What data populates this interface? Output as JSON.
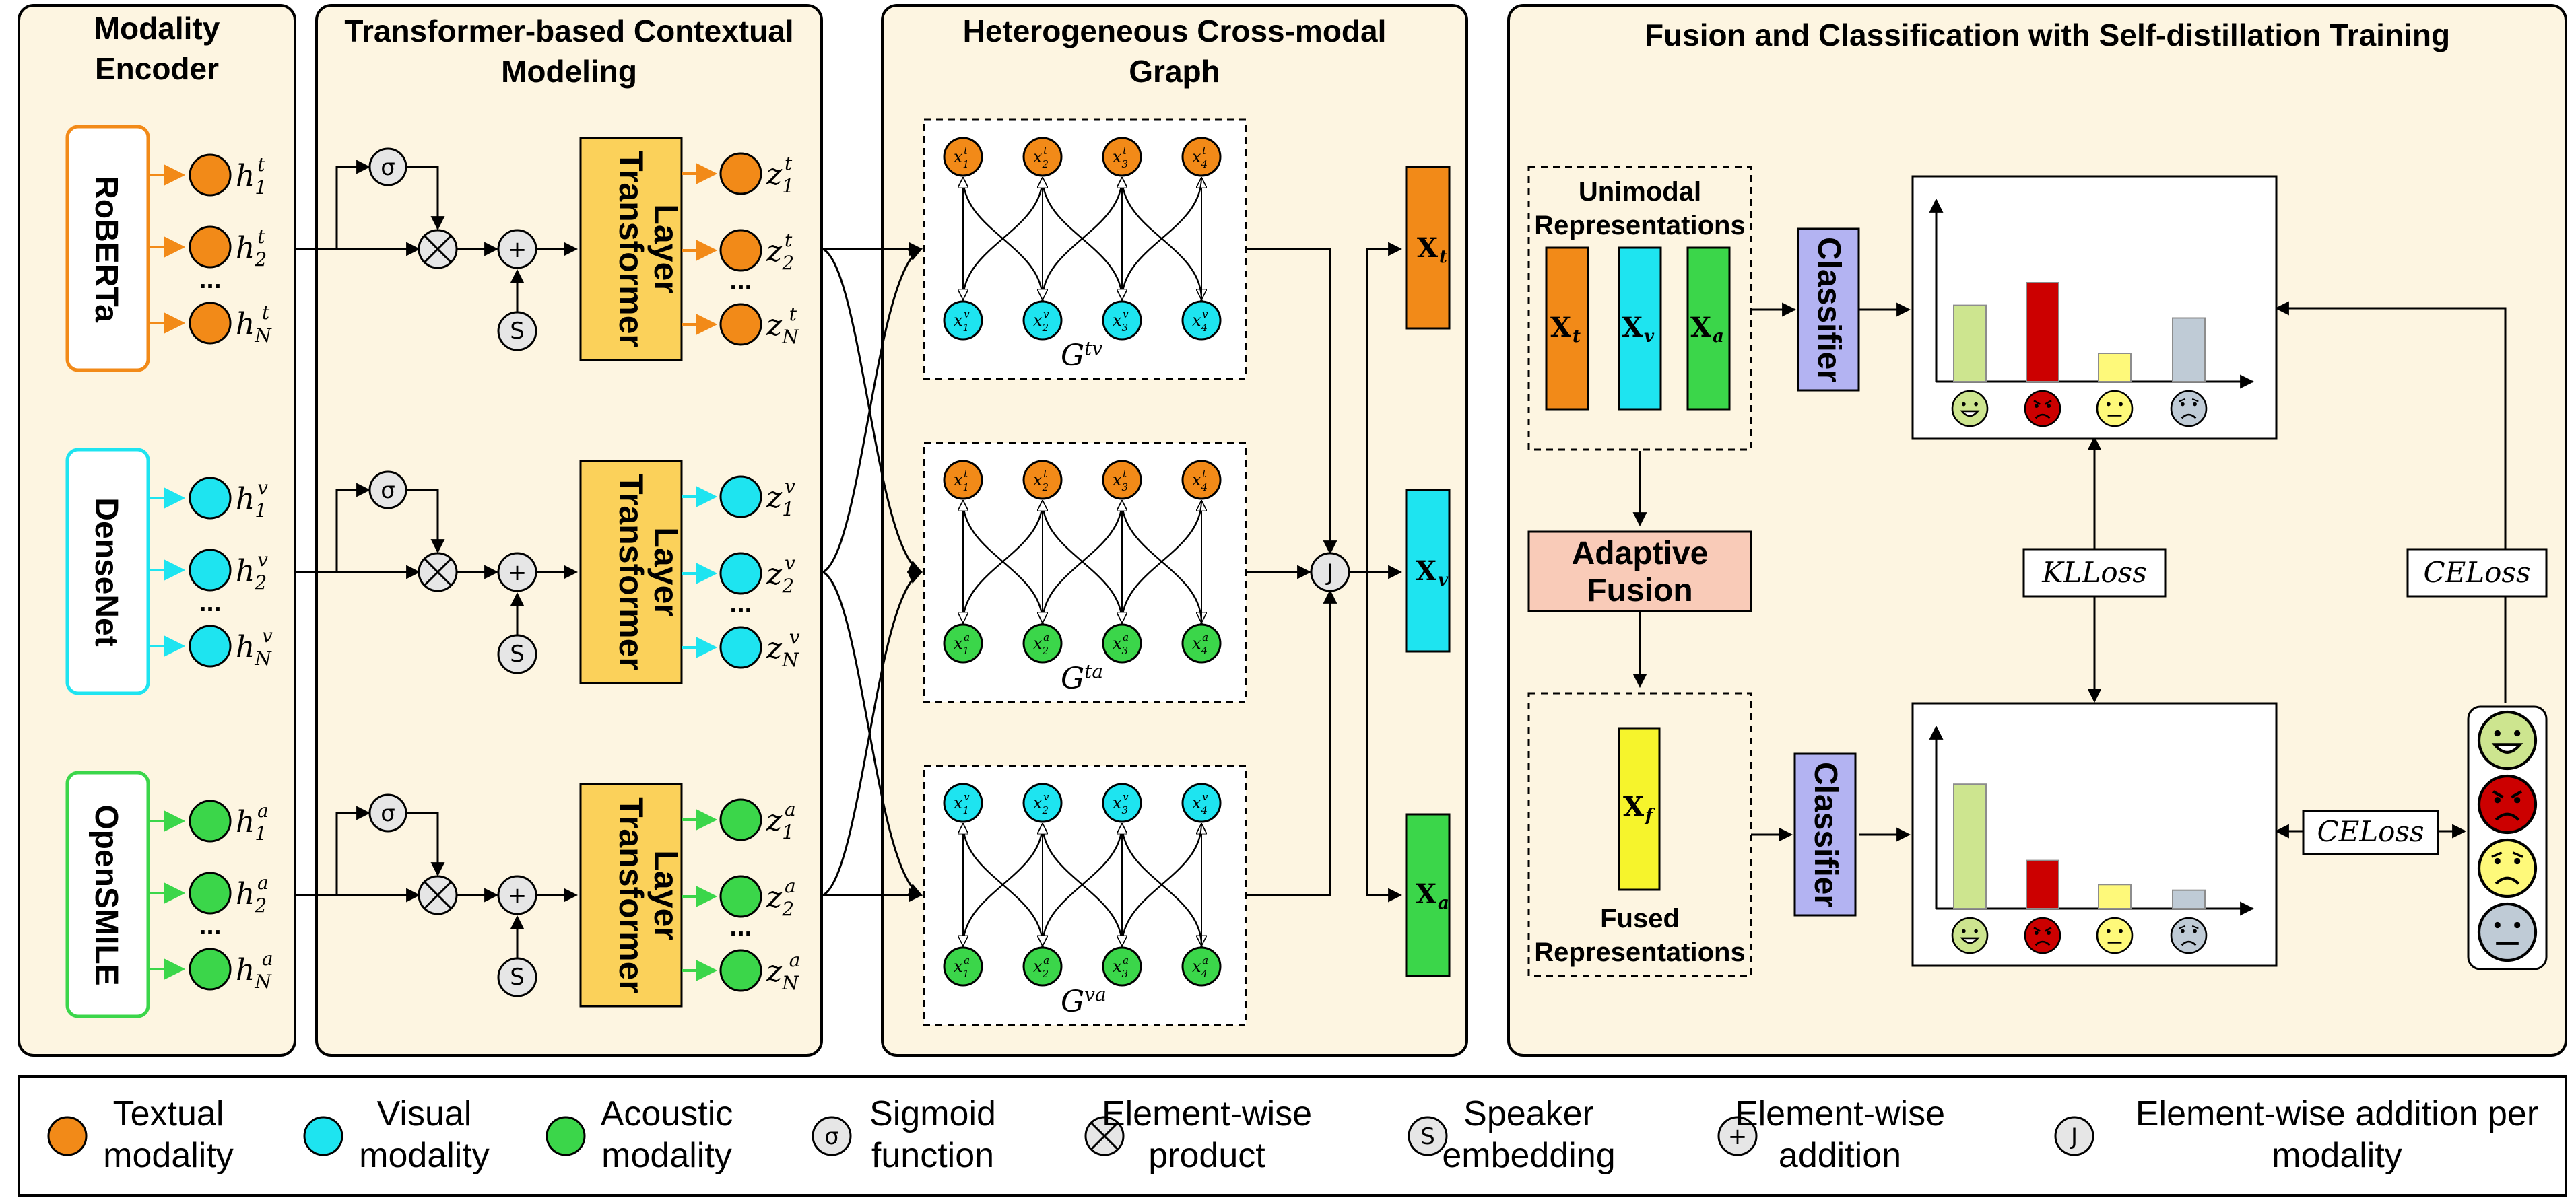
{
  "sections": {
    "encoder_title": [
      "Modality",
      "Encoder"
    ],
    "transformer_title": [
      "Transformer-based Contextual",
      "Modeling"
    ],
    "graph_title": [
      "Heterogeneous Cross-modal",
      "Graph"
    ],
    "fusion_title": "Fusion and Classification with Self-distillation Training"
  },
  "encoders": [
    "RoBERTa",
    "DenseNet",
    "OpenSMILE"
  ],
  "modalities": [
    {
      "key": "t",
      "color": "#f28a18"
    },
    {
      "key": "v",
      "color": "#1ee4f0"
    },
    {
      "key": "a",
      "color": "#3bd64a"
    }
  ],
  "hidden_symbol": "h",
  "context_symbol": "z",
  "index_labels": [
    "1",
    "2",
    "N"
  ],
  "dots": "...",
  "ops": {
    "sigmoid": "σ",
    "product": "⊗",
    "addition": "+",
    "speaker": "S",
    "modal_add": "J"
  },
  "transformer_layer": [
    "Transformer",
    "Layer"
  ],
  "graphs": [
    {
      "top": "t",
      "bottom": "v",
      "label": "G",
      "sup": "tv"
    },
    {
      "top": "t",
      "bottom": "a",
      "label": "G",
      "sup": "ta"
    },
    {
      "top": "v",
      "bottom": "a",
      "label": "G",
      "sup": "va"
    }
  ],
  "graph_node_symbol": "x",
  "graph_node_indices": [
    "1",
    "2",
    "3",
    "4"
  ],
  "vector_symbol": "X",
  "fused_key": "f",
  "fusion": {
    "unimodal_label": [
      "Unimodal",
      "Representations"
    ],
    "adaptive_fusion": [
      "Adaptive",
      "Fusion"
    ],
    "fused_label": [
      "Fused",
      "Representations"
    ],
    "classifier": "Classifier",
    "kl_loss": "KLLoss",
    "ce_loss": "CELoss",
    "emotion_colors": [
      "#cde58f",
      "#cc0000",
      "#fef97a",
      "#bfcbd6"
    ]
  },
  "chart_data": [
    {
      "type": "bar",
      "name": "unimodal-classifier-output",
      "categories": [
        "happy",
        "angry",
        "neutral",
        "sad"
      ],
      "values": [
        0.54,
        0.7,
        0.2,
        0.45
      ],
      "colors": [
        "#cde58f",
        "#cc0000",
        "#fef97a",
        "#bfcbd6"
      ]
    },
    {
      "type": "bar",
      "name": "fused-classifier-output",
      "categories": [
        "happy",
        "angry",
        "neutral",
        "sad"
      ],
      "values": [
        0.88,
        0.34,
        0.17,
        0.13
      ],
      "colors": [
        "#cde58f",
        "#cc0000",
        "#fef97a",
        "#bfcbd6"
      ]
    }
  ],
  "legend": [
    {
      "kind": "circle",
      "color": "#f28a18",
      "icon": "textual-modality-icon",
      "lines": [
        "Textual",
        "modality"
      ]
    },
    {
      "kind": "circle",
      "color": "#1ee4f0",
      "icon": "visual-modality-icon",
      "lines": [
        "Visual",
        "modality"
      ]
    },
    {
      "kind": "circle",
      "color": "#3bd64a",
      "icon": "acoustic-modality-icon",
      "lines": [
        "Acoustic",
        "modality"
      ]
    },
    {
      "kind": "op",
      "symbol": "σ",
      "icon": "sigmoid-icon",
      "lines": [
        "Sigmoid",
        "function"
      ]
    },
    {
      "kind": "op",
      "symbol": "⊗",
      "icon": "product-icon",
      "lines": [
        "Element-wise",
        "product"
      ]
    },
    {
      "kind": "op",
      "symbol": "S",
      "icon": "speaker-icon",
      "lines": [
        "Speaker",
        "embedding"
      ]
    },
    {
      "kind": "op",
      "symbol": "+",
      "icon": "addition-icon",
      "lines": [
        "Element-wise",
        "addition"
      ]
    },
    {
      "kind": "op",
      "symbol": "J",
      "icon": "modal-add-icon",
      "lines": [
        "Element-wise addition per",
        "modality"
      ]
    }
  ]
}
